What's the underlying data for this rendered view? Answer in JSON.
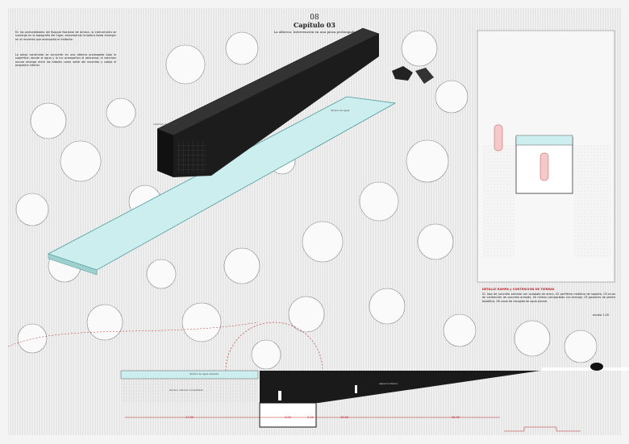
{
  "header": {
    "chapter_number": "08",
    "chapter_title": "Capítulo 03",
    "subtitle": "La alberca: Intervención en una pieza prolongada"
  },
  "intro_text": [
    "En las profundidades del Bosque Nacional de Ameca, la intervención se sumerge en la topografía del lugar, atravesando la ladera hasta emerger en el recorrido que acompaña al visitante.",
    "La pieza construida se convierte en una alberca prolongada bajo la superficie, donde el agua y la luz acompañan el descenso; el volumen oscuro emerge entre los árboles como señal del recorrido y cobija el programa interior."
  ],
  "detail": {
    "title": "DETALLE RAMPA y CONTENCIÓN DE TIERRAS",
    "text": "01 losa de concreto armado con acabado de acero, 02 perfilería metálica de soporte, 03 muro de contención de concreto armado, 04 relleno compactado con drenaje, 05 gaviones de piedra basáltica, 06 canal de recogida de agua pluvial.",
    "scale": "escala 1:20"
  },
  "section_dimensions": [
    "17.50",
    "4.00",
    "2.20",
    "10.50",
    "26.00"
  ],
  "labels": {
    "pool": "lámina de agua",
    "volume": "volumen de acceso",
    "section_pool": "lámina de agua elevada",
    "section_fill": "terreno natural compactado",
    "section_interior": "espacio interior"
  },
  "colors": {
    "accent": "#c0262c",
    "water": "#cdeeee",
    "volume": "#1c1c1c"
  }
}
